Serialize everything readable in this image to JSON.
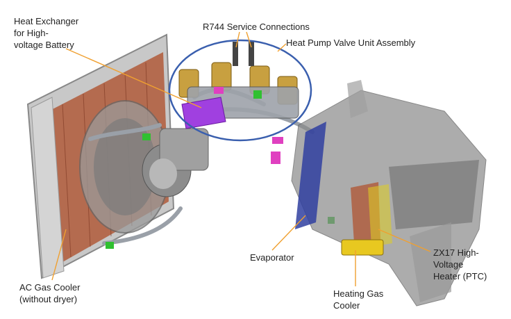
{
  "labels": {
    "heat_exchanger": [
      "Heat Exchanger",
      "for High-",
      "voltage Battery"
    ],
    "r744": "R744 Service Connections",
    "valve_unit": "Heat Pump Valve Unit Assembly",
    "evaporator": "Evaporator",
    "zx17": [
      "ZX17 High-",
      "Voltage",
      "Heater (PTC)"
    ],
    "heating_gas_cooler": [
      "Heating Gas",
      "Cooler"
    ],
    "ac_gas_cooler": [
      "AC Gas Cooler",
      "(without dryer)"
    ]
  },
  "colors": {
    "leader": "#f0a030",
    "highlight_ellipse": "#3a5fae",
    "hv_exchanger": "#a040e0",
    "evaporator": "#3040a0",
    "ptc_heater": "#e0d020",
    "gas_cooler_core": "#a04a30"
  }
}
